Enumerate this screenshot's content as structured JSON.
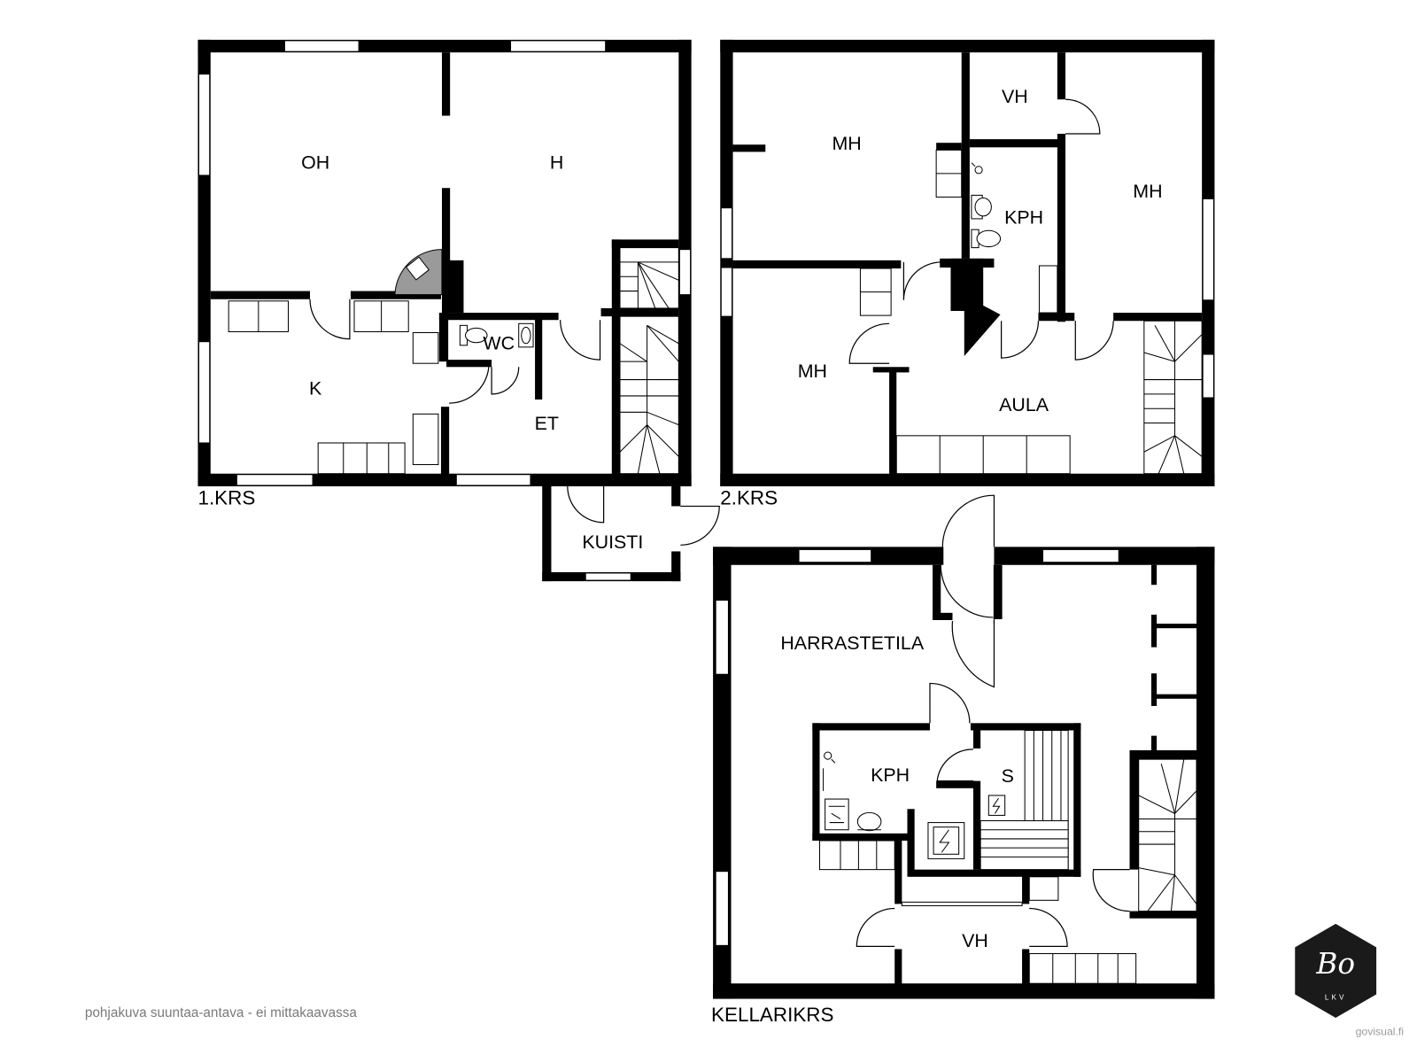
{
  "floors": {
    "first": {
      "label": "1.KRS",
      "rooms": {
        "oh": "OH",
        "h": "H",
        "k": "K",
        "wc": "WC",
        "et": "ET",
        "kuisti": "KUISTI"
      }
    },
    "second": {
      "label": "2.KRS",
      "rooms": {
        "mh_top": "MH",
        "vh": "VH",
        "kph": "KPH",
        "mh_right": "MH",
        "mh_left": "MH",
        "aula": "AULA"
      }
    },
    "basement": {
      "label": "KELLARIKRS",
      "rooms": {
        "harrastetila": "HARRASTETILA",
        "kph": "KPH",
        "s": "S",
        "vh": "VH"
      }
    }
  },
  "note": "pohjakuva suuntaa-antava - ei mittakaavassa",
  "logo": {
    "monogram": "Bo",
    "subtitle": "LKV"
  },
  "credit": "govisual.fi",
  "colors": {
    "wall": "#000000",
    "background": "#ffffff",
    "note": "#7a7a7a"
  }
}
